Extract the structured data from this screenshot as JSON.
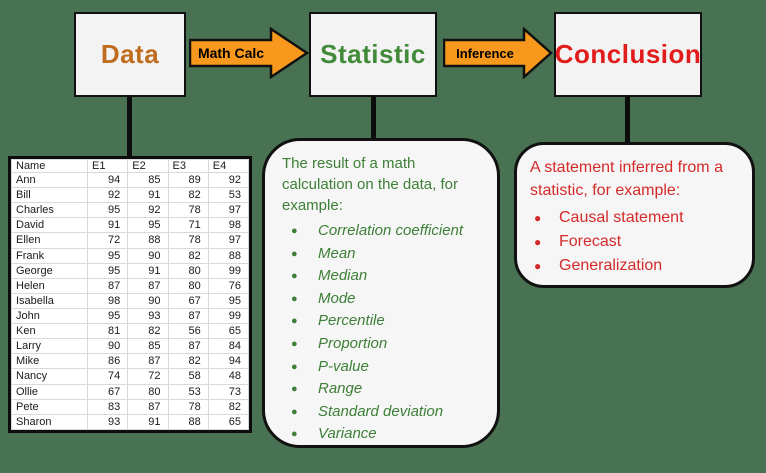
{
  "colors": {
    "background": "#487252",
    "arrow_fill": "#f8991d",
    "arrow_outline": "#111111",
    "box_fill": "#f3f3f3"
  },
  "flow": {
    "nodes": [
      {
        "label": "Data",
        "color": "#bf6d1d"
      },
      {
        "label": "Statistic",
        "color": "#418a39"
      },
      {
        "label": "Conclusion",
        "color": "#e21b1b"
      }
    ],
    "arrows": [
      {
        "label": "Math Calc"
      },
      {
        "label": "Inference"
      }
    ]
  },
  "table": {
    "columns": [
      "Name",
      "E1",
      "E2",
      "E3",
      "E4"
    ],
    "rows": [
      [
        "Ann",
        94,
        85,
        89,
        92
      ],
      [
        "Bill",
        92,
        91,
        82,
        53
      ],
      [
        "Charles",
        95,
        92,
        78,
        97
      ],
      [
        "David",
        91,
        95,
        71,
        98
      ],
      [
        "Ellen",
        72,
        88,
        78,
        97
      ],
      [
        "Frank",
        95,
        90,
        82,
        88
      ],
      [
        "George",
        95,
        91,
        80,
        99
      ],
      [
        "Helen",
        87,
        87,
        80,
        76
      ],
      [
        "Isabella",
        98,
        90,
        67,
        95
      ],
      [
        "John",
        95,
        93,
        87,
        99
      ],
      [
        "Ken",
        81,
        82,
        56,
        65
      ],
      [
        "Larry",
        90,
        85,
        87,
        84
      ],
      [
        "Mike",
        86,
        87,
        82,
        94
      ],
      [
        "Nancy",
        74,
        72,
        58,
        48
      ],
      [
        "Ollie",
        67,
        80,
        53,
        73
      ],
      [
        "Pete",
        83,
        87,
        78,
        82
      ],
      [
        "Sharon",
        93,
        91,
        88,
        65
      ]
    ]
  },
  "statistic_note": {
    "intro": "The result of a math\ncalculation on the data, for\nexample:",
    "items": [
      "Correlation coefficient",
      "Mean",
      "Median",
      "Mode",
      "Percentile",
      "Proportion",
      "P-value",
      "Range",
      "Standard deviation",
      "Variance"
    ],
    "text_color": "#3d7f37"
  },
  "conclusion_note": {
    "intro": "A statement inferred from a\nstatistic, for example:",
    "items": [
      "Causal statement",
      "Forecast",
      "Generalization"
    ],
    "text_color": "#d42a2a"
  }
}
